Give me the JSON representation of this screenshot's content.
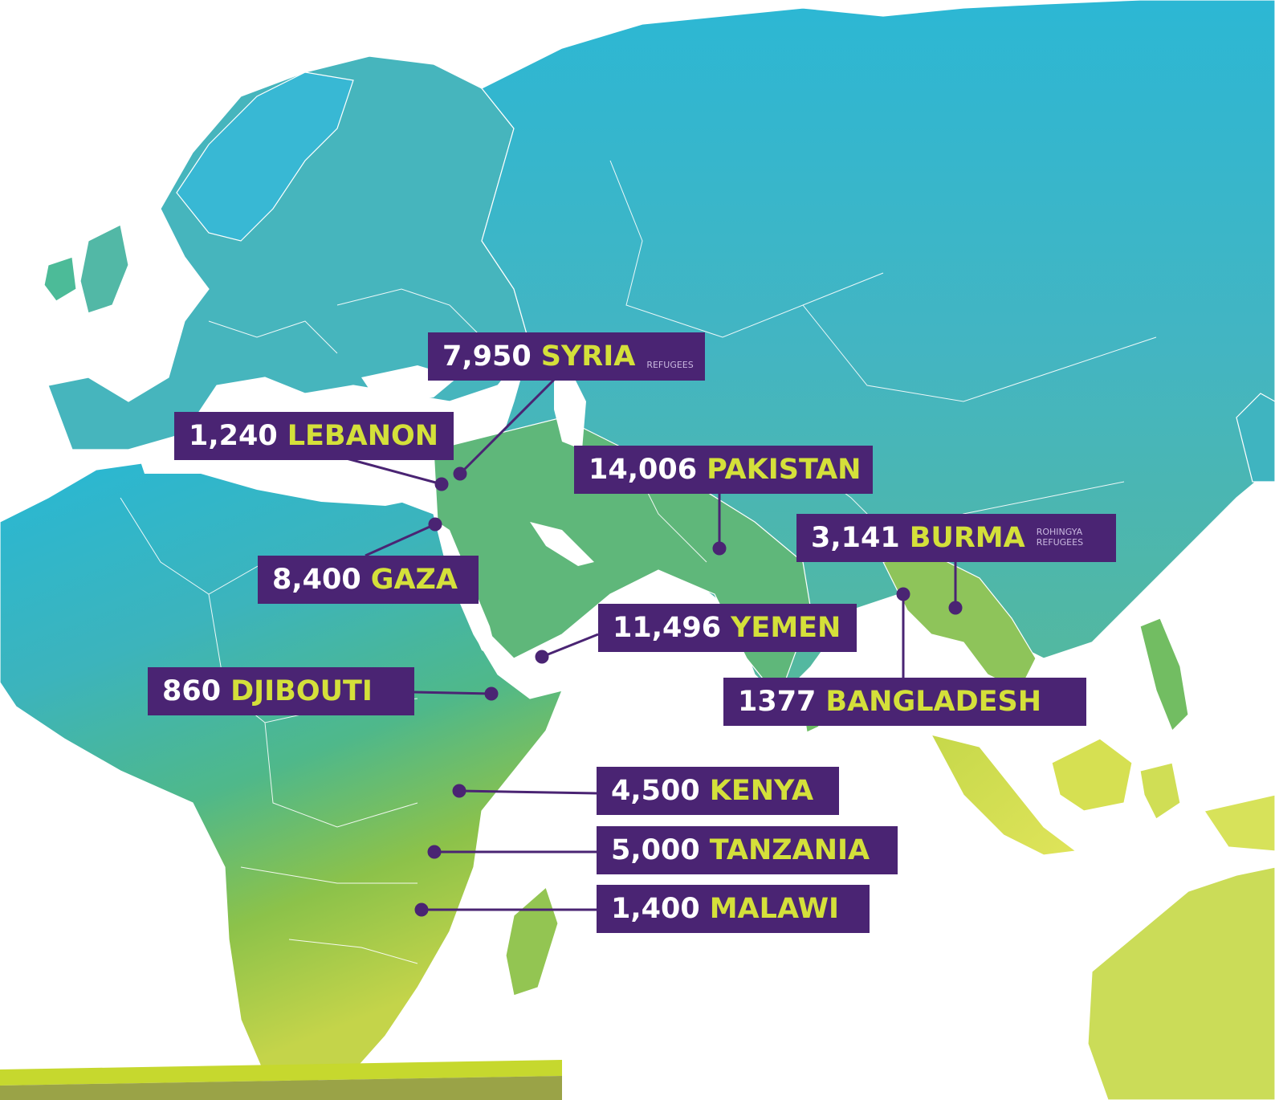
{
  "colors": {
    "label_bg": "#4a2473",
    "number": "#ffffff",
    "country": "#d4e03a",
    "connector": "#4a2473"
  },
  "labels": [
    {
      "id": "syria",
      "number": "7,950",
      "country": "SYRIA",
      "note": [
        "REFUGEES"
      ]
    },
    {
      "id": "lebanon",
      "number": "1,240",
      "country": "LEBANON",
      "note": []
    },
    {
      "id": "pakistan",
      "number": "14,006",
      "country": "PAKISTAN",
      "note": []
    },
    {
      "id": "burma",
      "number": "3,141",
      "country": "BURMA",
      "note": [
        "ROHINGYA",
        "REFUGEES"
      ]
    },
    {
      "id": "gaza",
      "number": "8,400",
      "country": "GAZA",
      "note": []
    },
    {
      "id": "yemen",
      "number": "11,496",
      "country": "YEMEN",
      "note": []
    },
    {
      "id": "djibouti",
      "number": "860",
      "country": "DJIBOUTI",
      "note": []
    },
    {
      "id": "bangladesh",
      "number": "1377",
      "country": "BANGLADESH",
      "note": []
    },
    {
      "id": "kenya",
      "number": "4,500",
      "country": "KENYA",
      "note": []
    },
    {
      "id": "tanzania",
      "number": "5,000",
      "country": "TANZANIA",
      "note": []
    },
    {
      "id": "malawi",
      "number": "1,400",
      "country": "MALAWI",
      "note": []
    }
  ]
}
